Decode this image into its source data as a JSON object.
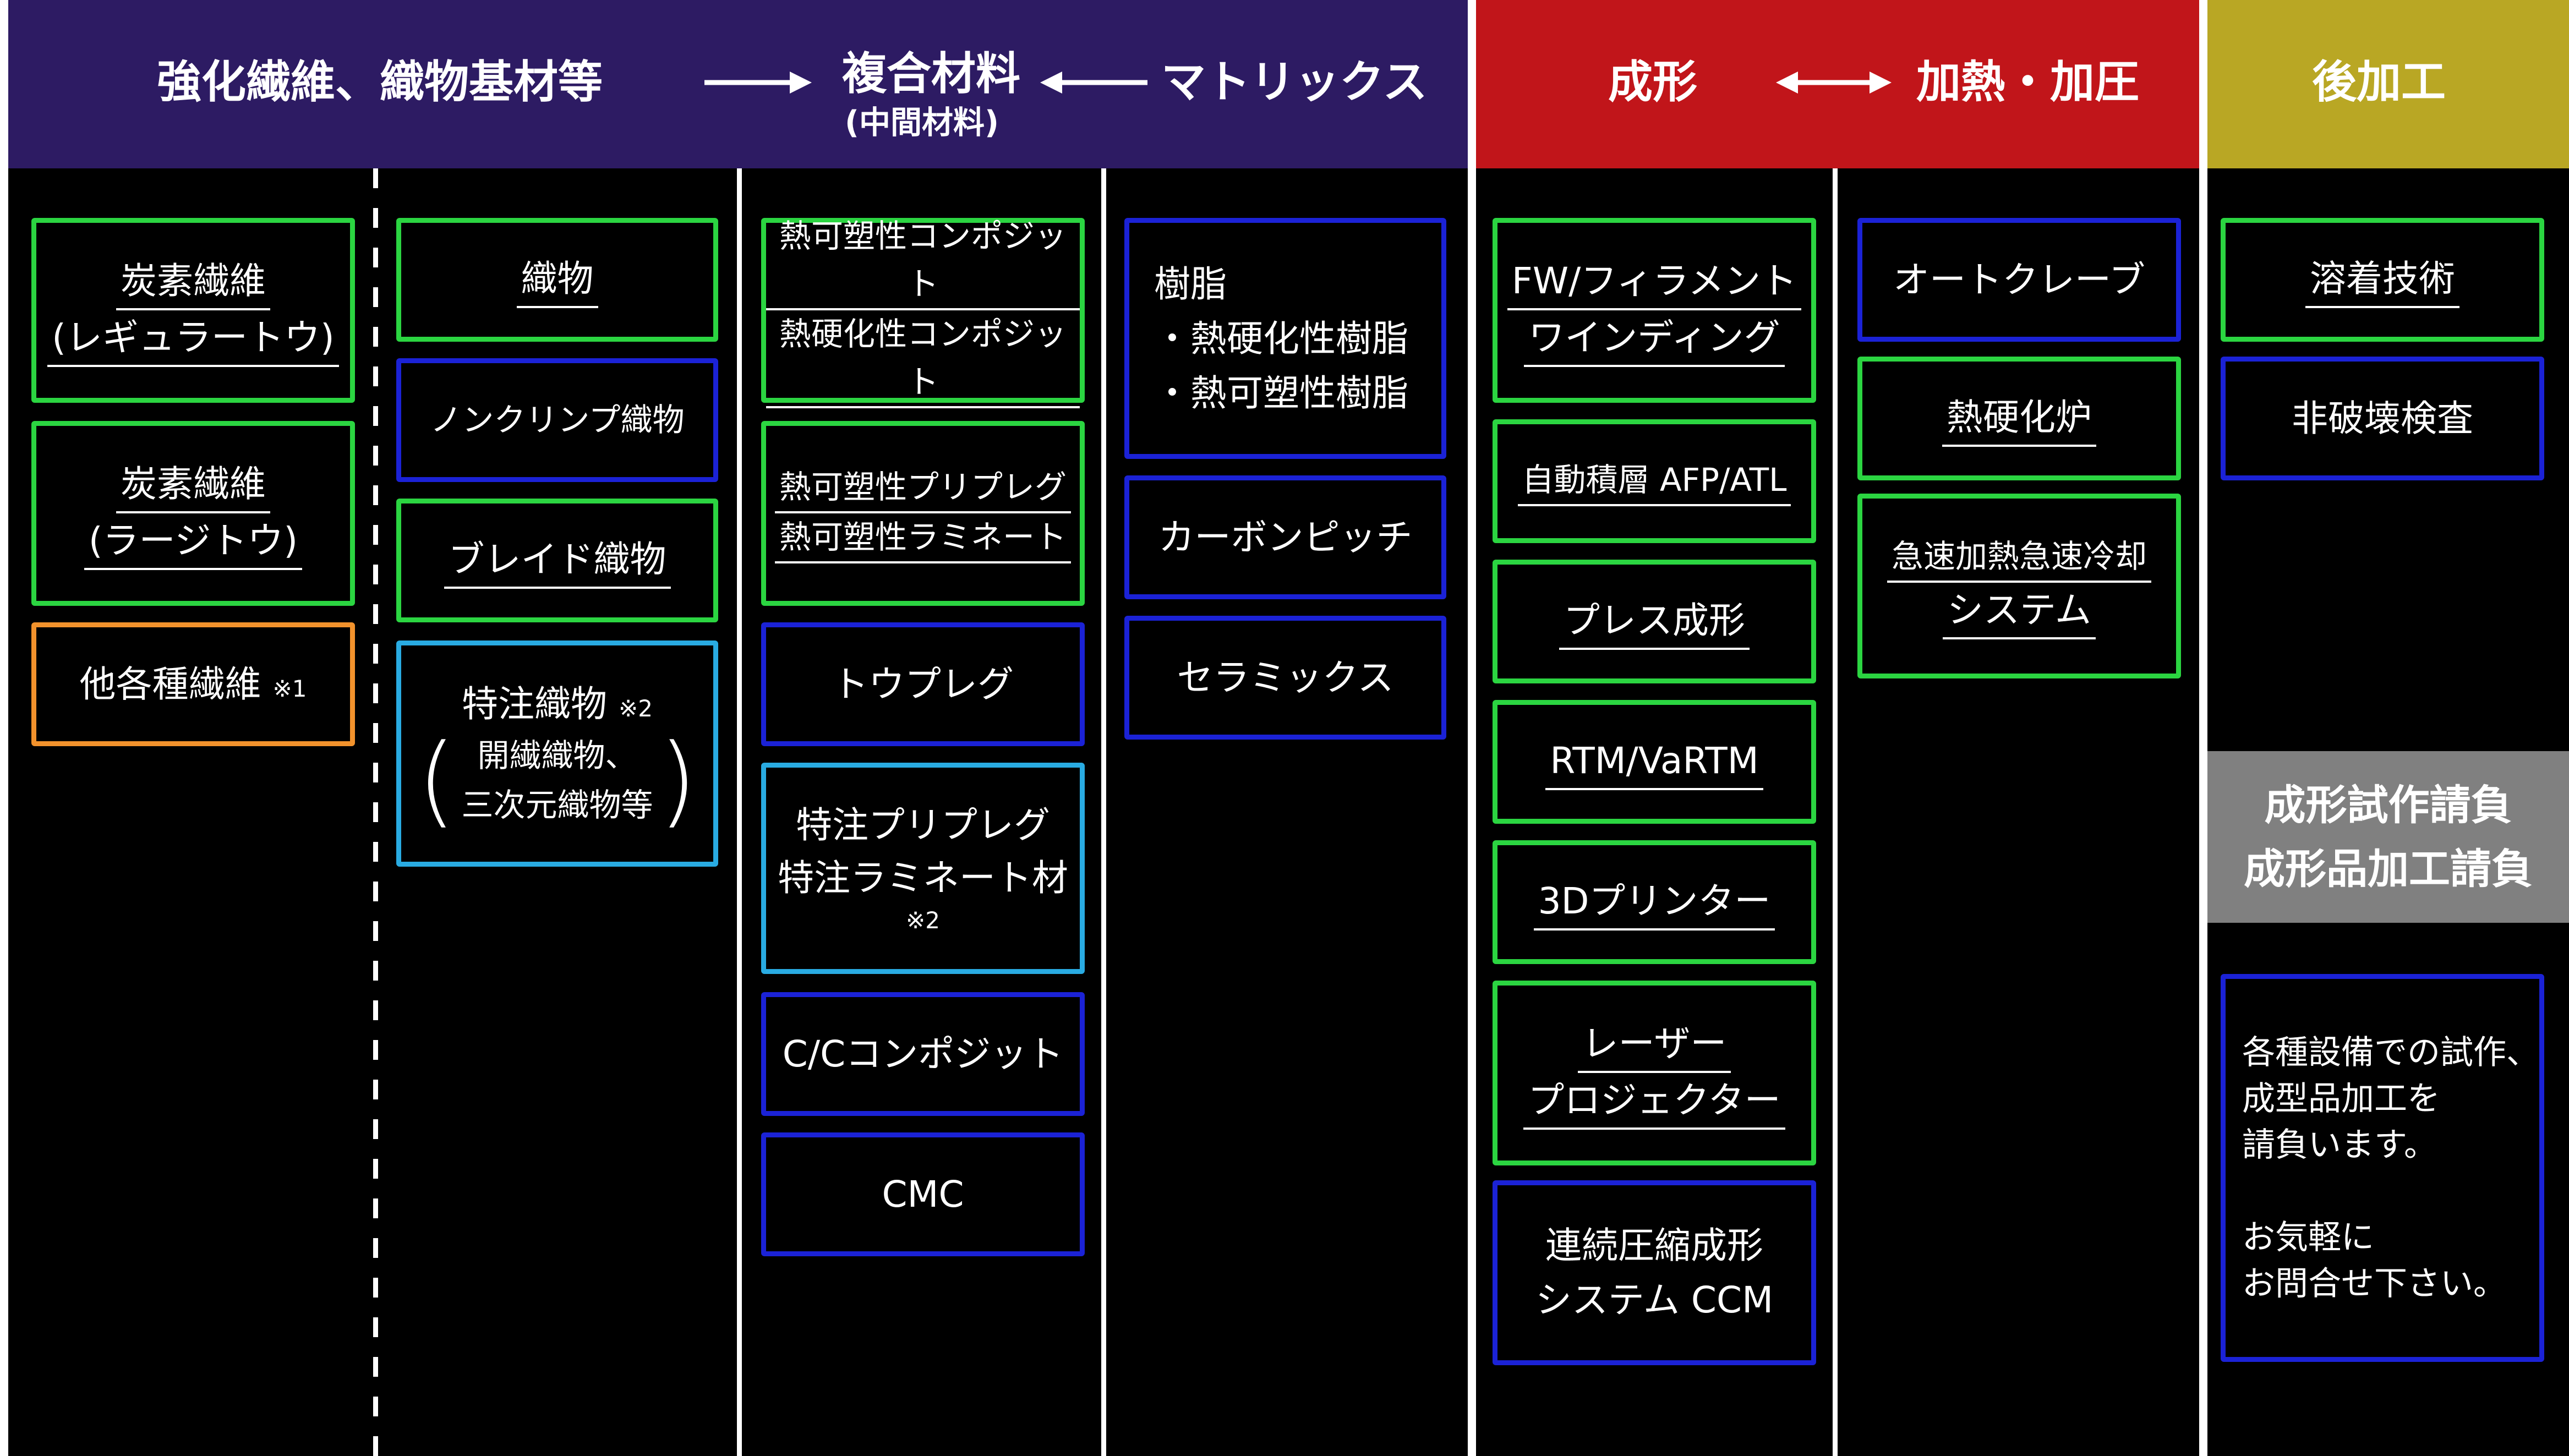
{
  "headers": {
    "reinforce": "強化繊維、織物基材等",
    "composite": "複合材料",
    "composite_sub": "(中間材料)",
    "matrix": "マトリックス",
    "molding": "成形",
    "heating": "加熱・加圧",
    "post": "後加工"
  },
  "colors": {
    "header_purple": "#2d1b63",
    "header_red": "#c1151a",
    "header_olive": "#b9a724",
    "border_green": "#2bd541",
    "border_blue": "#1b22d6",
    "border_orange": "#f2922c",
    "border_cyan": "#29abe2"
  },
  "fibers": [
    {
      "l1": "炭素繊維",
      "l2": "(レギュラートウ)"
    },
    {
      "l1": "炭素繊維",
      "l2": "(ラージトウ)"
    },
    {
      "l1": "他各種繊維",
      "note": "※1"
    }
  ],
  "textiles": {
    "woven": "織物",
    "noncrimp": "ノンクリンプ織物",
    "braid": "ブレイド織物",
    "custom_title": "特注織物",
    "custom_note": "※2",
    "custom_l1": "開繊織物、",
    "custom_l2": "三次元織物等"
  },
  "composites": {
    "tp_composite": "熱可塑性コンポジット",
    "ts_composite": "熱硬化性コンポジット",
    "tp_prepreg": "熱可塑性プリプレグ",
    "tp_laminate": "熱可塑性ラミネート",
    "towpreg": "トウプレグ",
    "custom_prepreg": "特注プリプレグ",
    "custom_laminate": "特注ラミネート材",
    "custom_note": "※2",
    "cc": "C/Cコンポジット",
    "cmc": "CMC"
  },
  "matrix": {
    "resin_title": "樹脂",
    "resin_1": "・熱硬化性樹脂",
    "resin_2": "・熱可塑性樹脂",
    "pitch": "カーボンピッチ",
    "ceramics": "セラミックス"
  },
  "molding": {
    "fw_1": "FW/フィラメント",
    "fw_2": "ワインディング",
    "afp": "自動積層 AFP/ATL",
    "press": "プレス成形",
    "rtm": "RTM/VaRTM",
    "printer": "3Dプリンター",
    "laser_1": "レーザー",
    "laser_2": "プロジェクター",
    "ccm_1": "連続圧縮成形",
    "ccm_2": "システム CCM"
  },
  "heating": {
    "autoclave": "オートクレーブ",
    "oven": "熱硬化炉",
    "rapid_1": "急速加熱急速冷却",
    "rapid_2": "システム"
  },
  "post": {
    "welding": "溶着技術",
    "ndt": "非破壊検査",
    "contract_1": "成形試作請負",
    "contract_2": "成形品加工請負",
    "info_1": "各種設備での試作、",
    "info_2": "成型品加工を",
    "info_3": "請負います。",
    "info_4": "お気軽に",
    "info_5": "お問合せ下さい。"
  }
}
